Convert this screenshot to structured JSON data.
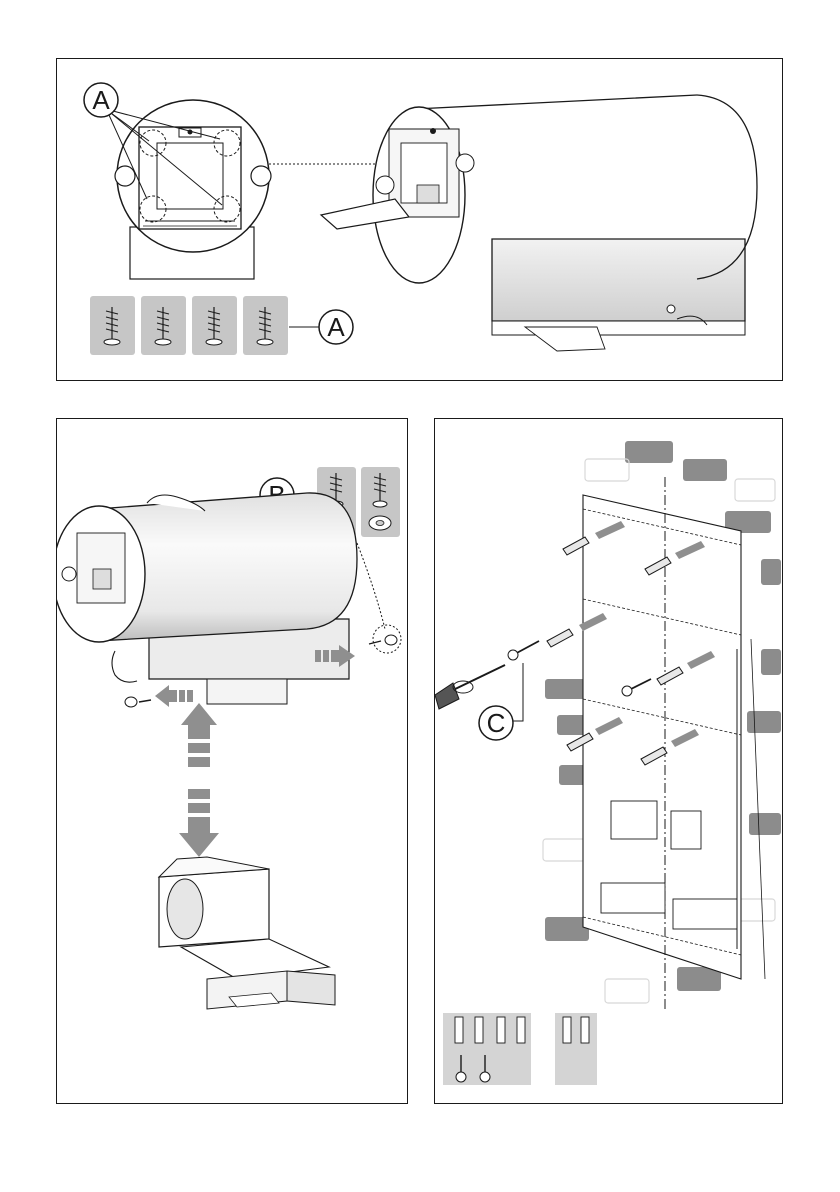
{
  "figure": {
    "callouts": {
      "a_top": "A",
      "a_screws": "A",
      "b": "B",
      "c": "C"
    },
    "icons": [
      "screw-icon",
      "washer-icon",
      "wall-plug-icon",
      "screwdriver-icon",
      "arrow-icon"
    ],
    "colors": {
      "line": "#1a1a1a",
      "hood_light": "#fbfbfb",
      "hood_shade": "#bdbdbd",
      "arrow": "#8f8f8f",
      "swatch": "#c6c6c6",
      "brick": "#8c8c8c"
    }
  }
}
